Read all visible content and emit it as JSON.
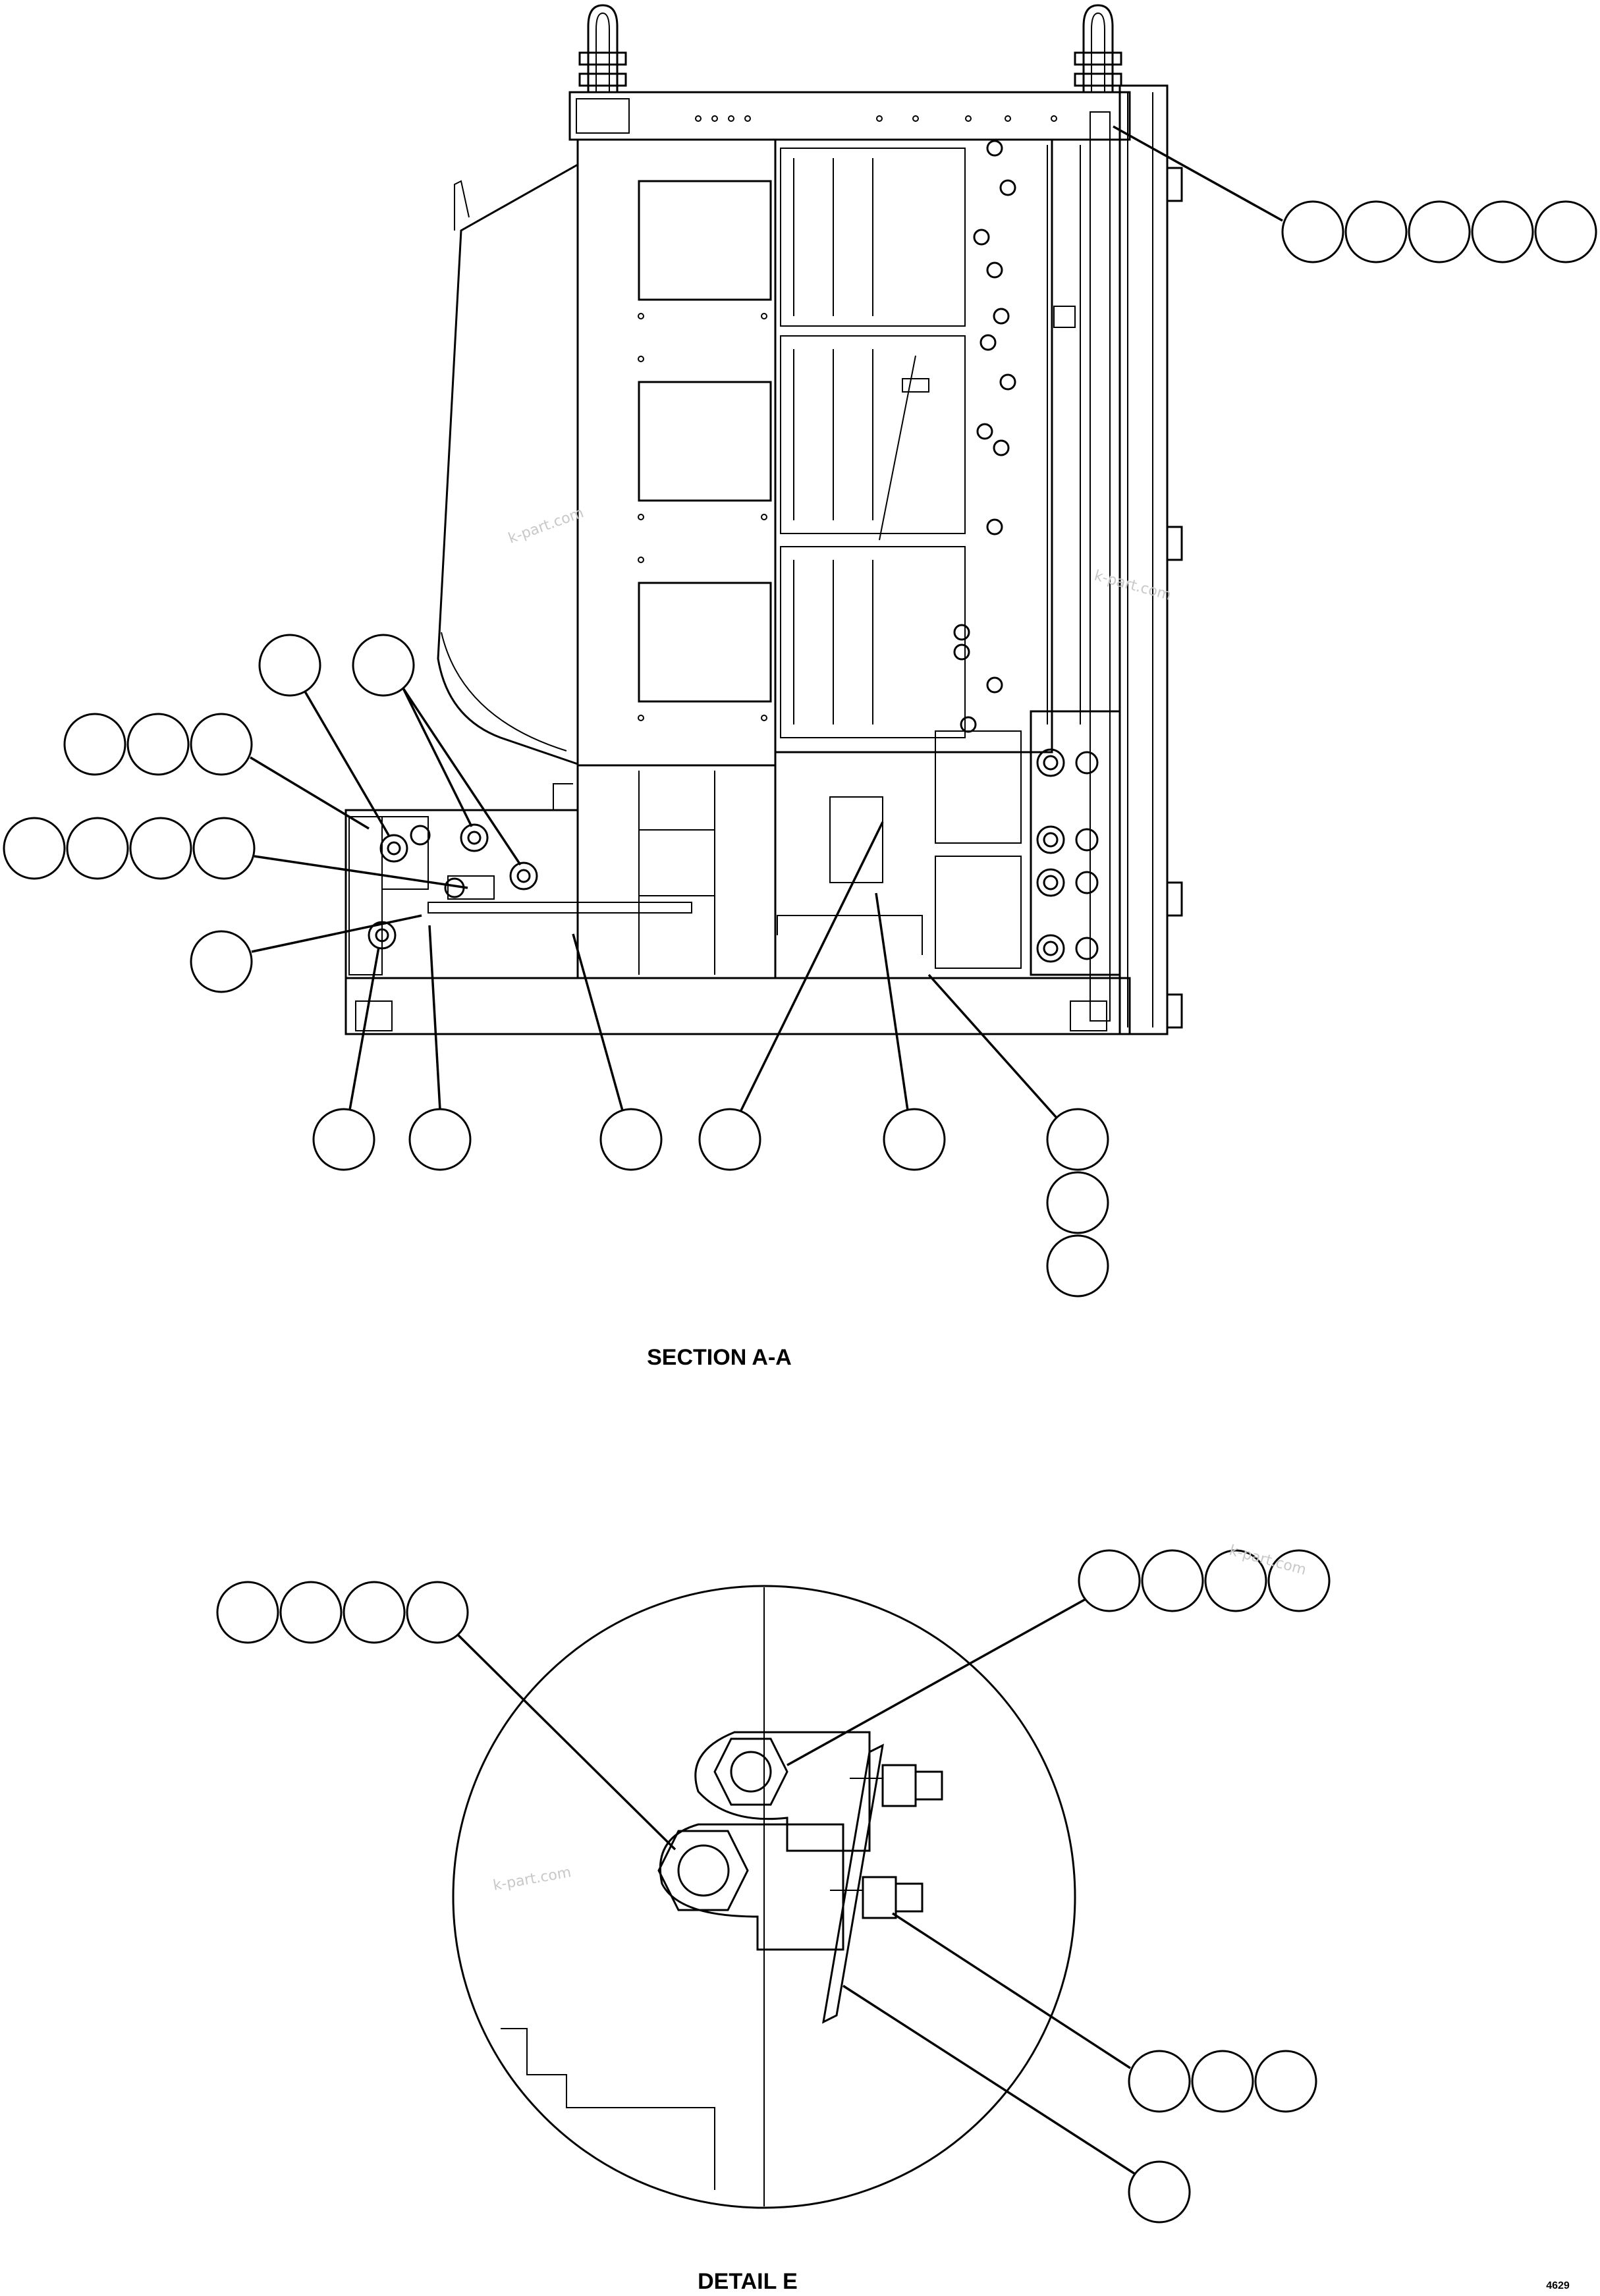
{
  "captions": {
    "section": "SECTION A-A",
    "detail": "DETAIL E",
    "sheet_code": "4629"
  },
  "watermark": "k-part.com"
}
